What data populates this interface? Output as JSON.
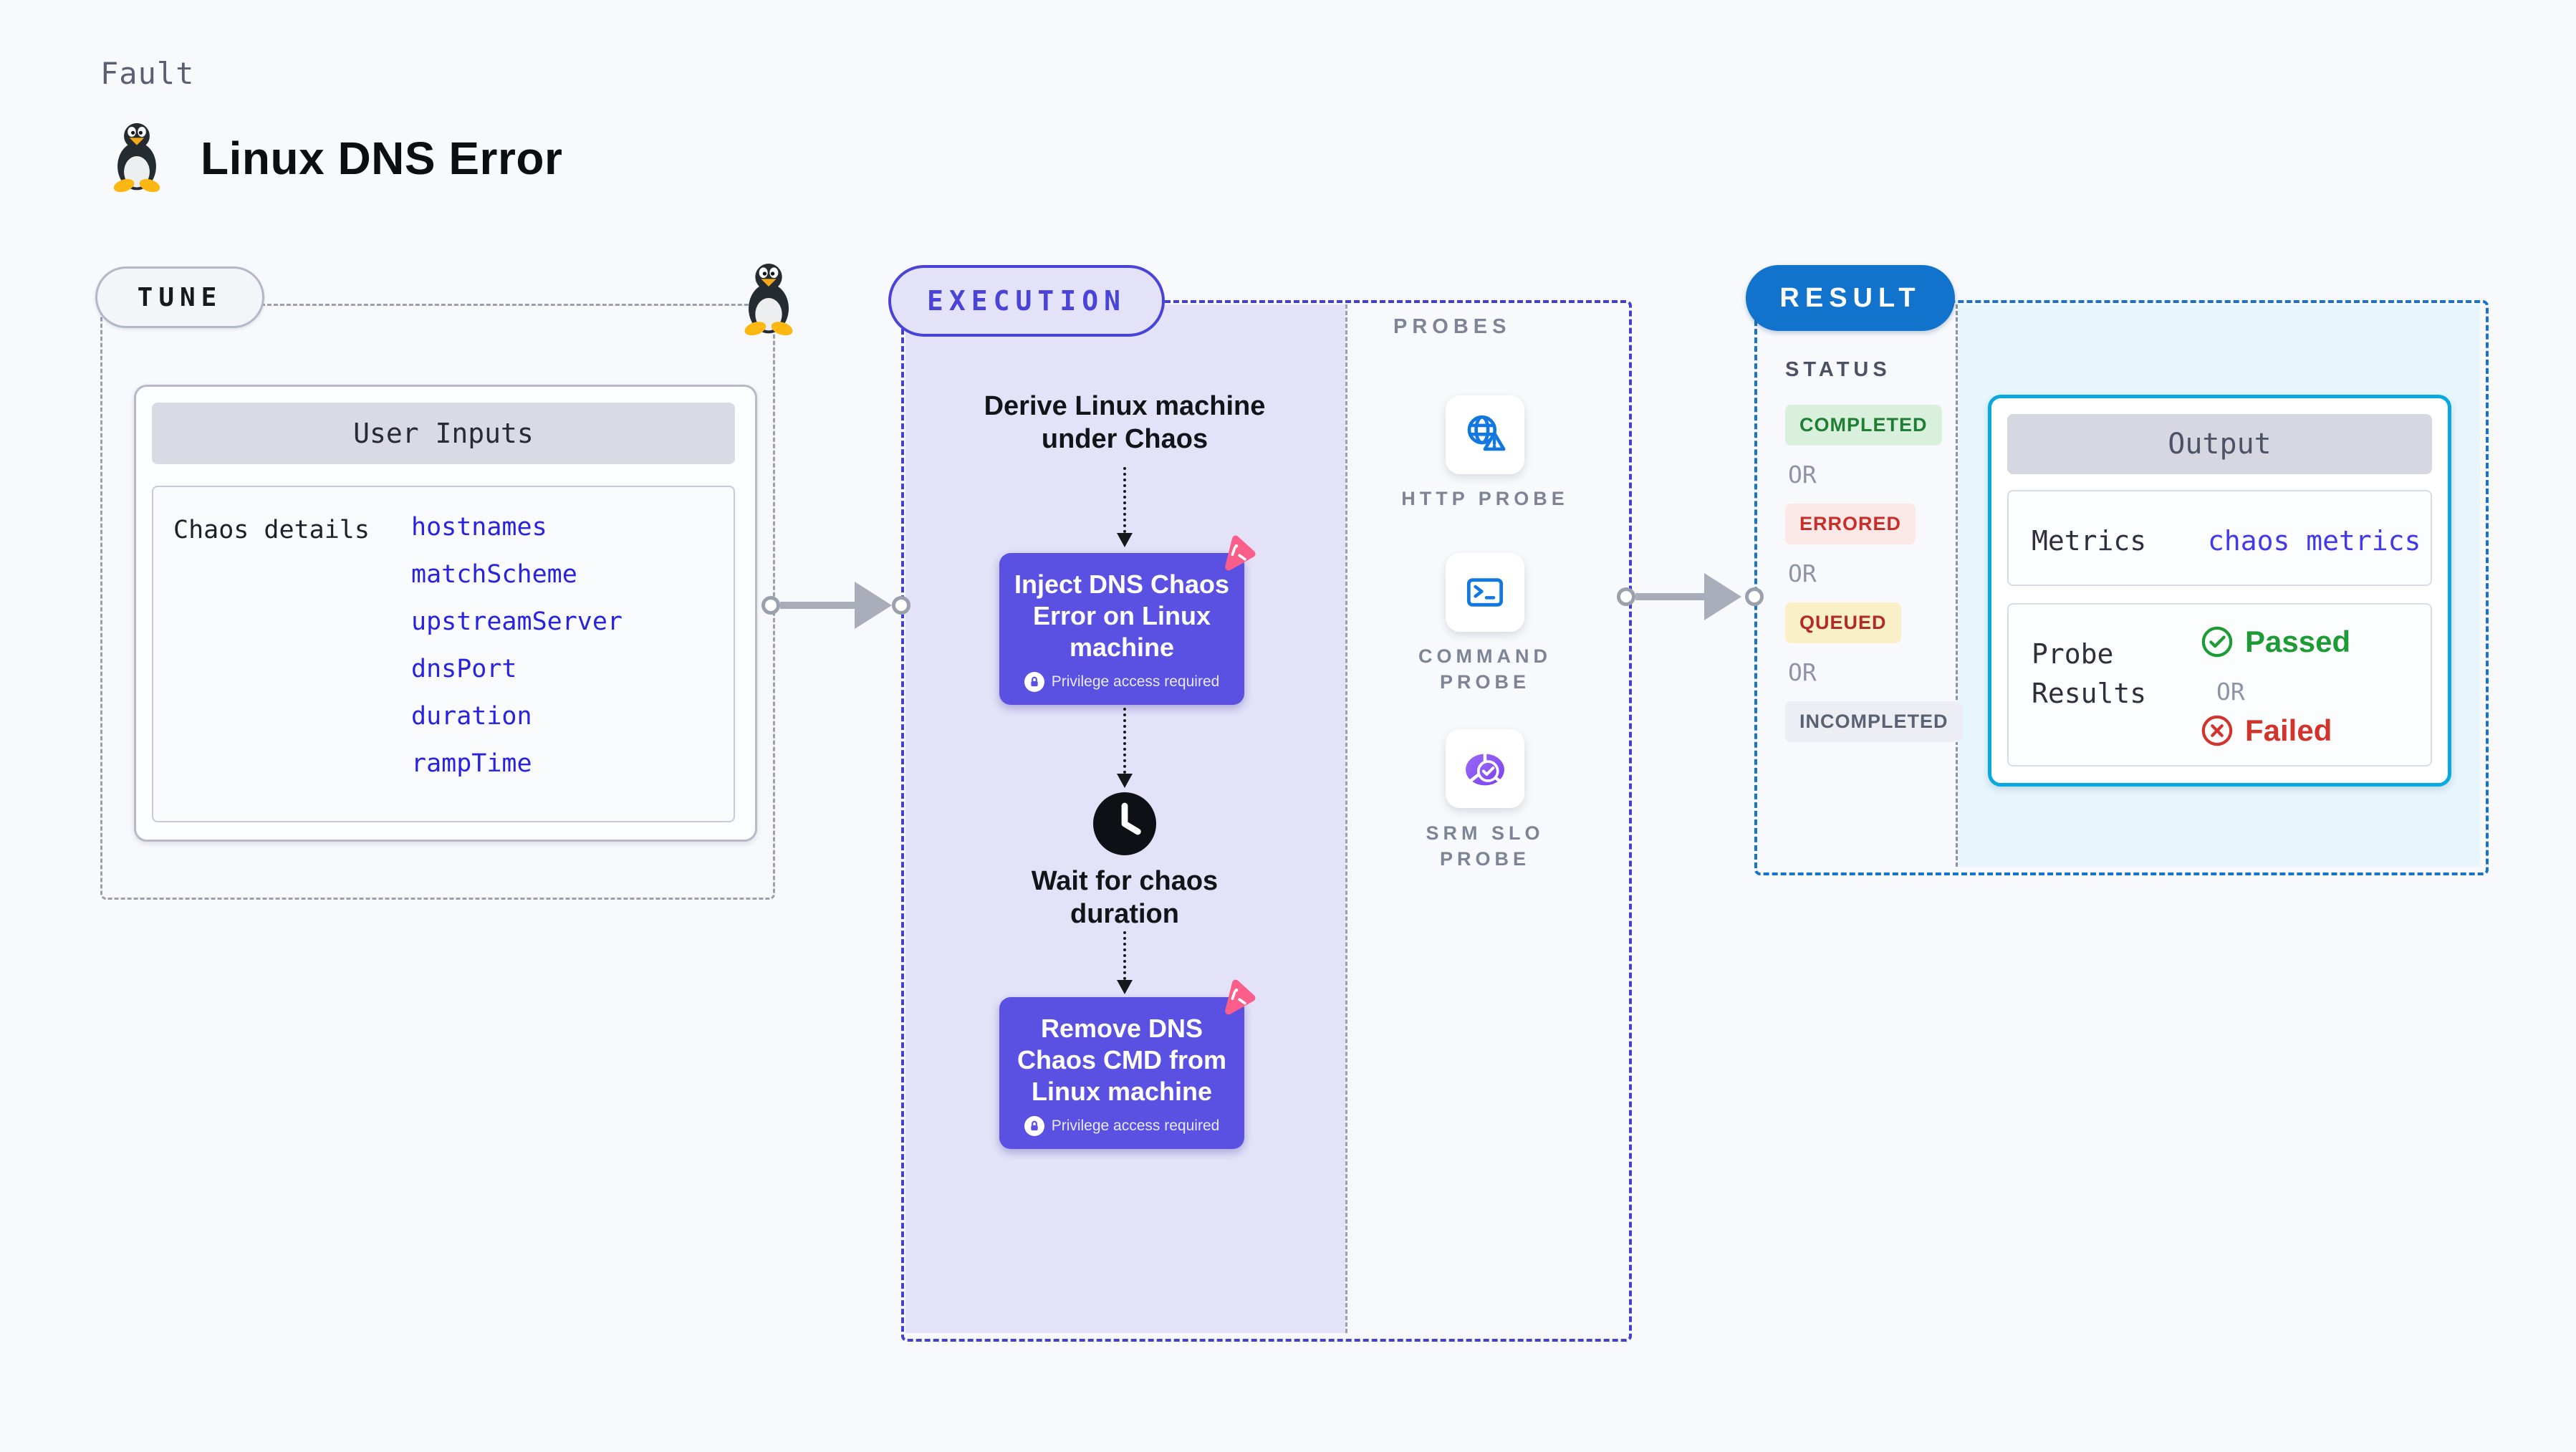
{
  "header": {
    "eyebrow": "Fault",
    "title": "Linux DNS Error"
  },
  "tune": {
    "label": "TUNE",
    "user_inputs": {
      "title": "User Inputs",
      "row_label": "Chaos details",
      "items": [
        "hostnames",
        "matchScheme",
        "upstreamServer",
        "dnsPort",
        "duration",
        "rampTime"
      ]
    }
  },
  "execution": {
    "label": "EXECUTION",
    "derive_step": "Derive Linux machine under Chaos",
    "inject_step": "Inject DNS Chaos Error on Linux machine",
    "wait_step": "Wait for chaos duration",
    "remove_step": "Remove DNS Chaos CMD from Linux machine",
    "privilege_note": "Privilege access required"
  },
  "probes": {
    "label": "PROBES",
    "items": [
      {
        "name": "HTTP PROBE",
        "icon": "globe-warning-icon"
      },
      {
        "name": "COMMAND PROBE",
        "icon": "terminal-icon"
      },
      {
        "name": "SRM SLO PROBE",
        "icon": "slo-donut-icon"
      }
    ]
  },
  "result": {
    "label": "RESULT",
    "status_heading": "STATUS",
    "separator": "OR",
    "statuses": [
      "COMPLETED",
      "ERRORED",
      "QUEUED",
      "INCOMPLETED"
    ],
    "output": {
      "title": "Output",
      "metrics_label": "Metrics",
      "metrics_value": "chaos metrics",
      "probe_results_label": "Probe Results",
      "passed": "Passed",
      "failed": "Failed",
      "separator": "OR"
    }
  },
  "colors": {
    "accent-indigo": "#4a43d8",
    "card-purple": "#5a50e2",
    "lavender": "#e3e2f9",
    "result-blue": "#1173cc",
    "cyan-border": "#07a9de",
    "cyan-bg": "#e7f5fc",
    "link-blue": "#2a23dd",
    "metrics-link": "#4339ea",
    "passed-green": "#1d9b34",
    "failed-red": "#d2342c",
    "completed-green": "#1e7e33",
    "errored-red": "#c62f2a",
    "queued-red": "#b02c24",
    "badge-pink": "#fb5e8b",
    "probe-blue": "#1377e0"
  }
}
